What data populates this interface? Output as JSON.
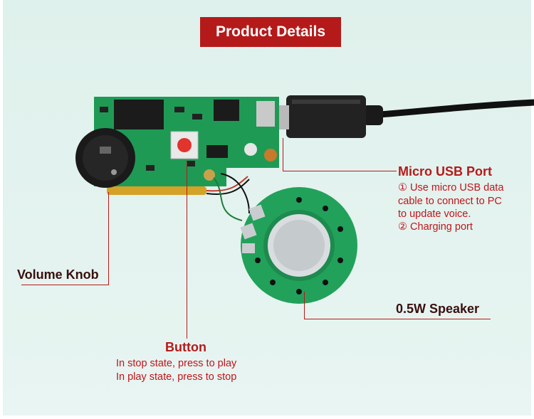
{
  "header": {
    "title": "Product Details"
  },
  "callouts": {
    "usb": {
      "title": "Micro USB Port",
      "lines": [
        "① Use micro USB data",
        "cable to connect to PC",
        "to update voice.",
        "② Charging port"
      ]
    },
    "volume": {
      "title": "Volume Knob"
    },
    "speaker": {
      "title": "0.5W Speaker"
    },
    "button": {
      "title": "Button",
      "lines": [
        "In stop state, press to play",
        "In play state, press to stop"
      ]
    }
  },
  "colors": {
    "accent": "#b51a1a",
    "pcb": "#1f9a55",
    "background": "#e2f2ee"
  }
}
